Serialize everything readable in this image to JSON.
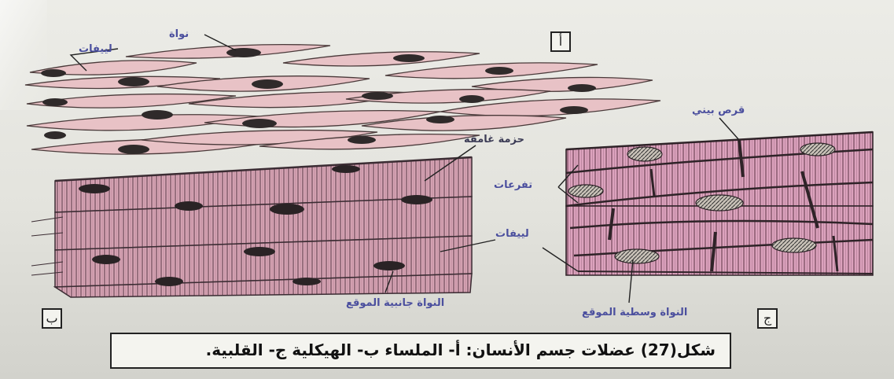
{
  "panels": {
    "a": "أ",
    "b": "ب",
    "c": "ج"
  },
  "labels": {
    "nucleus_a": "نواة",
    "myofibrils_a": "لييفات",
    "dark_band": "حزمة غامقة",
    "myofibrils_b": "لييفات",
    "peripheral_nucleus": "النواة جانبية الموقع",
    "intercalated_disc": "قرص بيني",
    "branches": "تفرعات",
    "central_nucleus": "النواة وسطية الموقع"
  },
  "caption": "شكل(27) عضلات جسم الأنسان: أ- الملساء ب- الهيكلية ج- القلبية."
}
